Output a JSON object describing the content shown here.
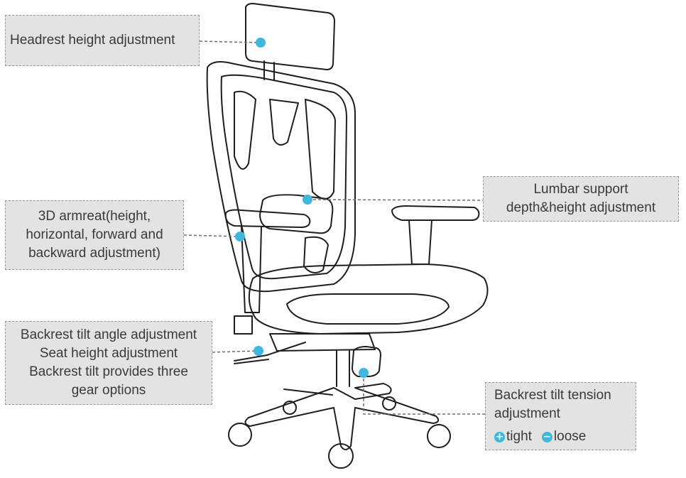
{
  "callouts": {
    "headrest": "Headrest height adjustment",
    "armrest": [
      "3D armreat(height,",
      "horizontal, forward and",
      "backward adjustment)"
    ],
    "lumbar": [
      "Lumbar support",
      "depth&height adjustment"
    ],
    "tilt": [
      "Backrest tilt angle adjustment",
      "Seat height adjustment",
      "Backrest tilt provides three",
      "gear options"
    ],
    "tension": {
      "title": [
        "Backrest tilt tension",
        "adjustment"
      ],
      "plus_symbol": "+",
      "plus_label": "tight",
      "minus_symbol": "−",
      "minus_label": "loose"
    }
  },
  "colors": {
    "marker": "#3fb7df",
    "box_fill": "#e3e3e3",
    "box_border": "#9a9a9a",
    "line": "#1e1e1e"
  },
  "icons": {
    "marker": "circle-marker-icon",
    "tight": "plus-circle-icon",
    "loose": "minus-circle-icon"
  }
}
